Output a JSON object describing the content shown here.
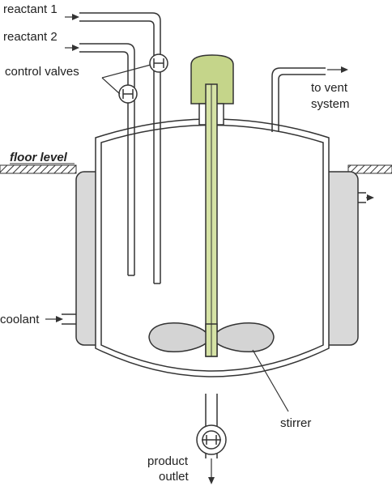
{
  "labels": {
    "reactant_1": "reactant 1",
    "reactant_2": "reactant 2",
    "control_valves": "control valves",
    "vent_line1": "to vent",
    "vent_line2": "system",
    "floor_level": "floor level",
    "coolant": "coolant",
    "stirrer": "stirrer",
    "product_line1": "product",
    "product_line2": "outlet"
  },
  "colors": {
    "line": "#333333",
    "jacket_fill": "#d9d9d9",
    "stirrer_shaft": "#d6e3a5",
    "stirrer_motor": "#c5d58a",
    "impeller_fill": "#d4d4d4",
    "vessel_fill": "#ffffff"
  }
}
